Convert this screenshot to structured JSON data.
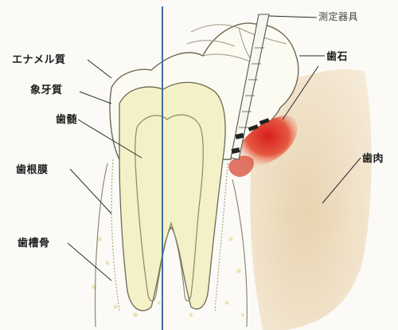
{
  "labels": {
    "enamel": "エナメル質",
    "dentin": "象牙質",
    "pulp": "歯髄",
    "periodontal_ligament": "歯根膜",
    "alveolar_bone": "歯槽骨",
    "probe": "測定器具",
    "calculus": "歯石",
    "gum": "歯肉"
  },
  "colors": {
    "gum": "#efe0c6",
    "calculus": "#d42a2a",
    "dentin": "#f4f1c8",
    "outline": "#6b6a55",
    "divider": "#3f6fa0"
  }
}
